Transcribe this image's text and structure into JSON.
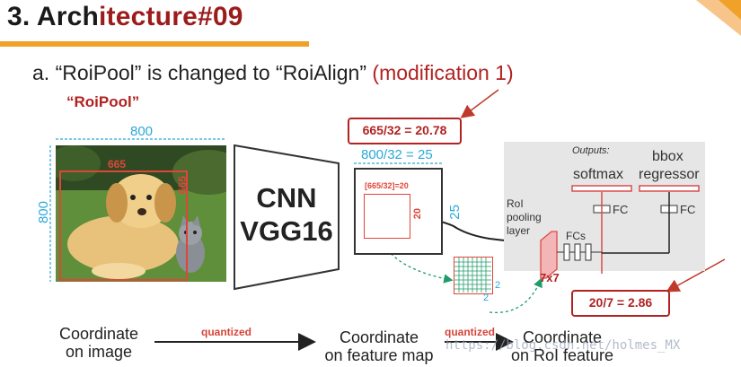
{
  "title": {
    "part1": "3. Arch",
    "part2": "itecture#09"
  },
  "subtitle": {
    "text": "a.  “RoiPool” is changed to “RoiAlign” ",
    "modification": "(modification 1)"
  },
  "roipool_label": "“RoiPool”",
  "image": {
    "width_label": "800",
    "height_label": "800",
    "box_width_label": "665",
    "box_height_label": "665"
  },
  "cnn": {
    "line1": "CNN",
    "line2": "VGG16"
  },
  "feature_map": {
    "size_label": "800/32 = 25",
    "height_label": "25",
    "inner_label": "[665/32]=20",
    "inner_side_label": "20",
    "grid_right_label": "2",
    "grid_bottom_label": "2"
  },
  "callouts": {
    "top": "665/32 = 20.78",
    "bottom": "20/7 = 2.86"
  },
  "network": {
    "outputs_label": "Outputs:",
    "softmax": "softmax",
    "bbox": "bbox",
    "regressor": "regressor",
    "fc1": "FC",
    "fc2": "FC",
    "roi_line1": "RoI",
    "roi_line2": "pooling",
    "roi_line3": "layer",
    "fcs": "FCs",
    "pool_size": "7x7"
  },
  "bottom": {
    "label1_l1": "Coordinate",
    "label1_l2": "on image",
    "label2_l1": "Coordinate",
    "label2_l2": "on feature map",
    "label3_l1": "Coordinate",
    "label3_l2": "on RoI feature",
    "quantized1": "quantized",
    "quantized2": "quantized"
  },
  "watermark": "https://blog.csdn.net/holmes_MX",
  "colors": {
    "accent_red": "#b22222",
    "dim_blue": "#2ba8d8",
    "title_bar": "#f0a12a"
  }
}
